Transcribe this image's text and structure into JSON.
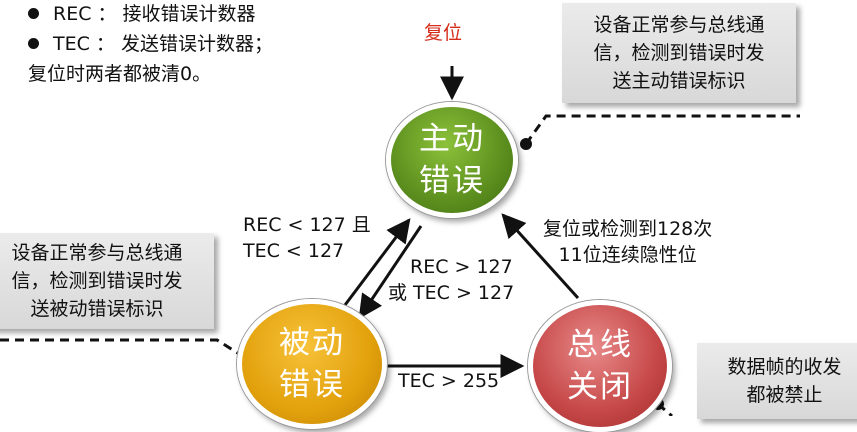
{
  "legend": {
    "items": [
      "REC ： 接收错误计数器",
      "TEC ： 发送错误计数器；"
    ],
    "note": "复位时两者都被清0。"
  },
  "reset_label": "复位",
  "states": {
    "active": [
      "主动",
      "错误"
    ],
    "passive": [
      "被动",
      "错误"
    ],
    "busoff": [
      "总线",
      "关闭"
    ]
  },
  "notes": {
    "active": [
      "设备正常参与总线通",
      "信，检测到错误时发",
      "送主动错误标识"
    ],
    "passive": [
      "设备正常参与总线通",
      "信，检测到错误时发",
      "送被动错误标识"
    ],
    "busoff": [
      "数据帧的收发",
      "都被禁止"
    ]
  },
  "transitions": {
    "passive_to_active": [
      "REC < 127 且",
      "TEC < 127"
    ],
    "active_to_passive": [
      "REC > 127",
      "或 TEC > 127"
    ],
    "passive_to_busoff": "TEC > 255",
    "busoff_to_active": [
      "复位或检测到128次",
      "11位连续隐性位"
    ]
  }
}
